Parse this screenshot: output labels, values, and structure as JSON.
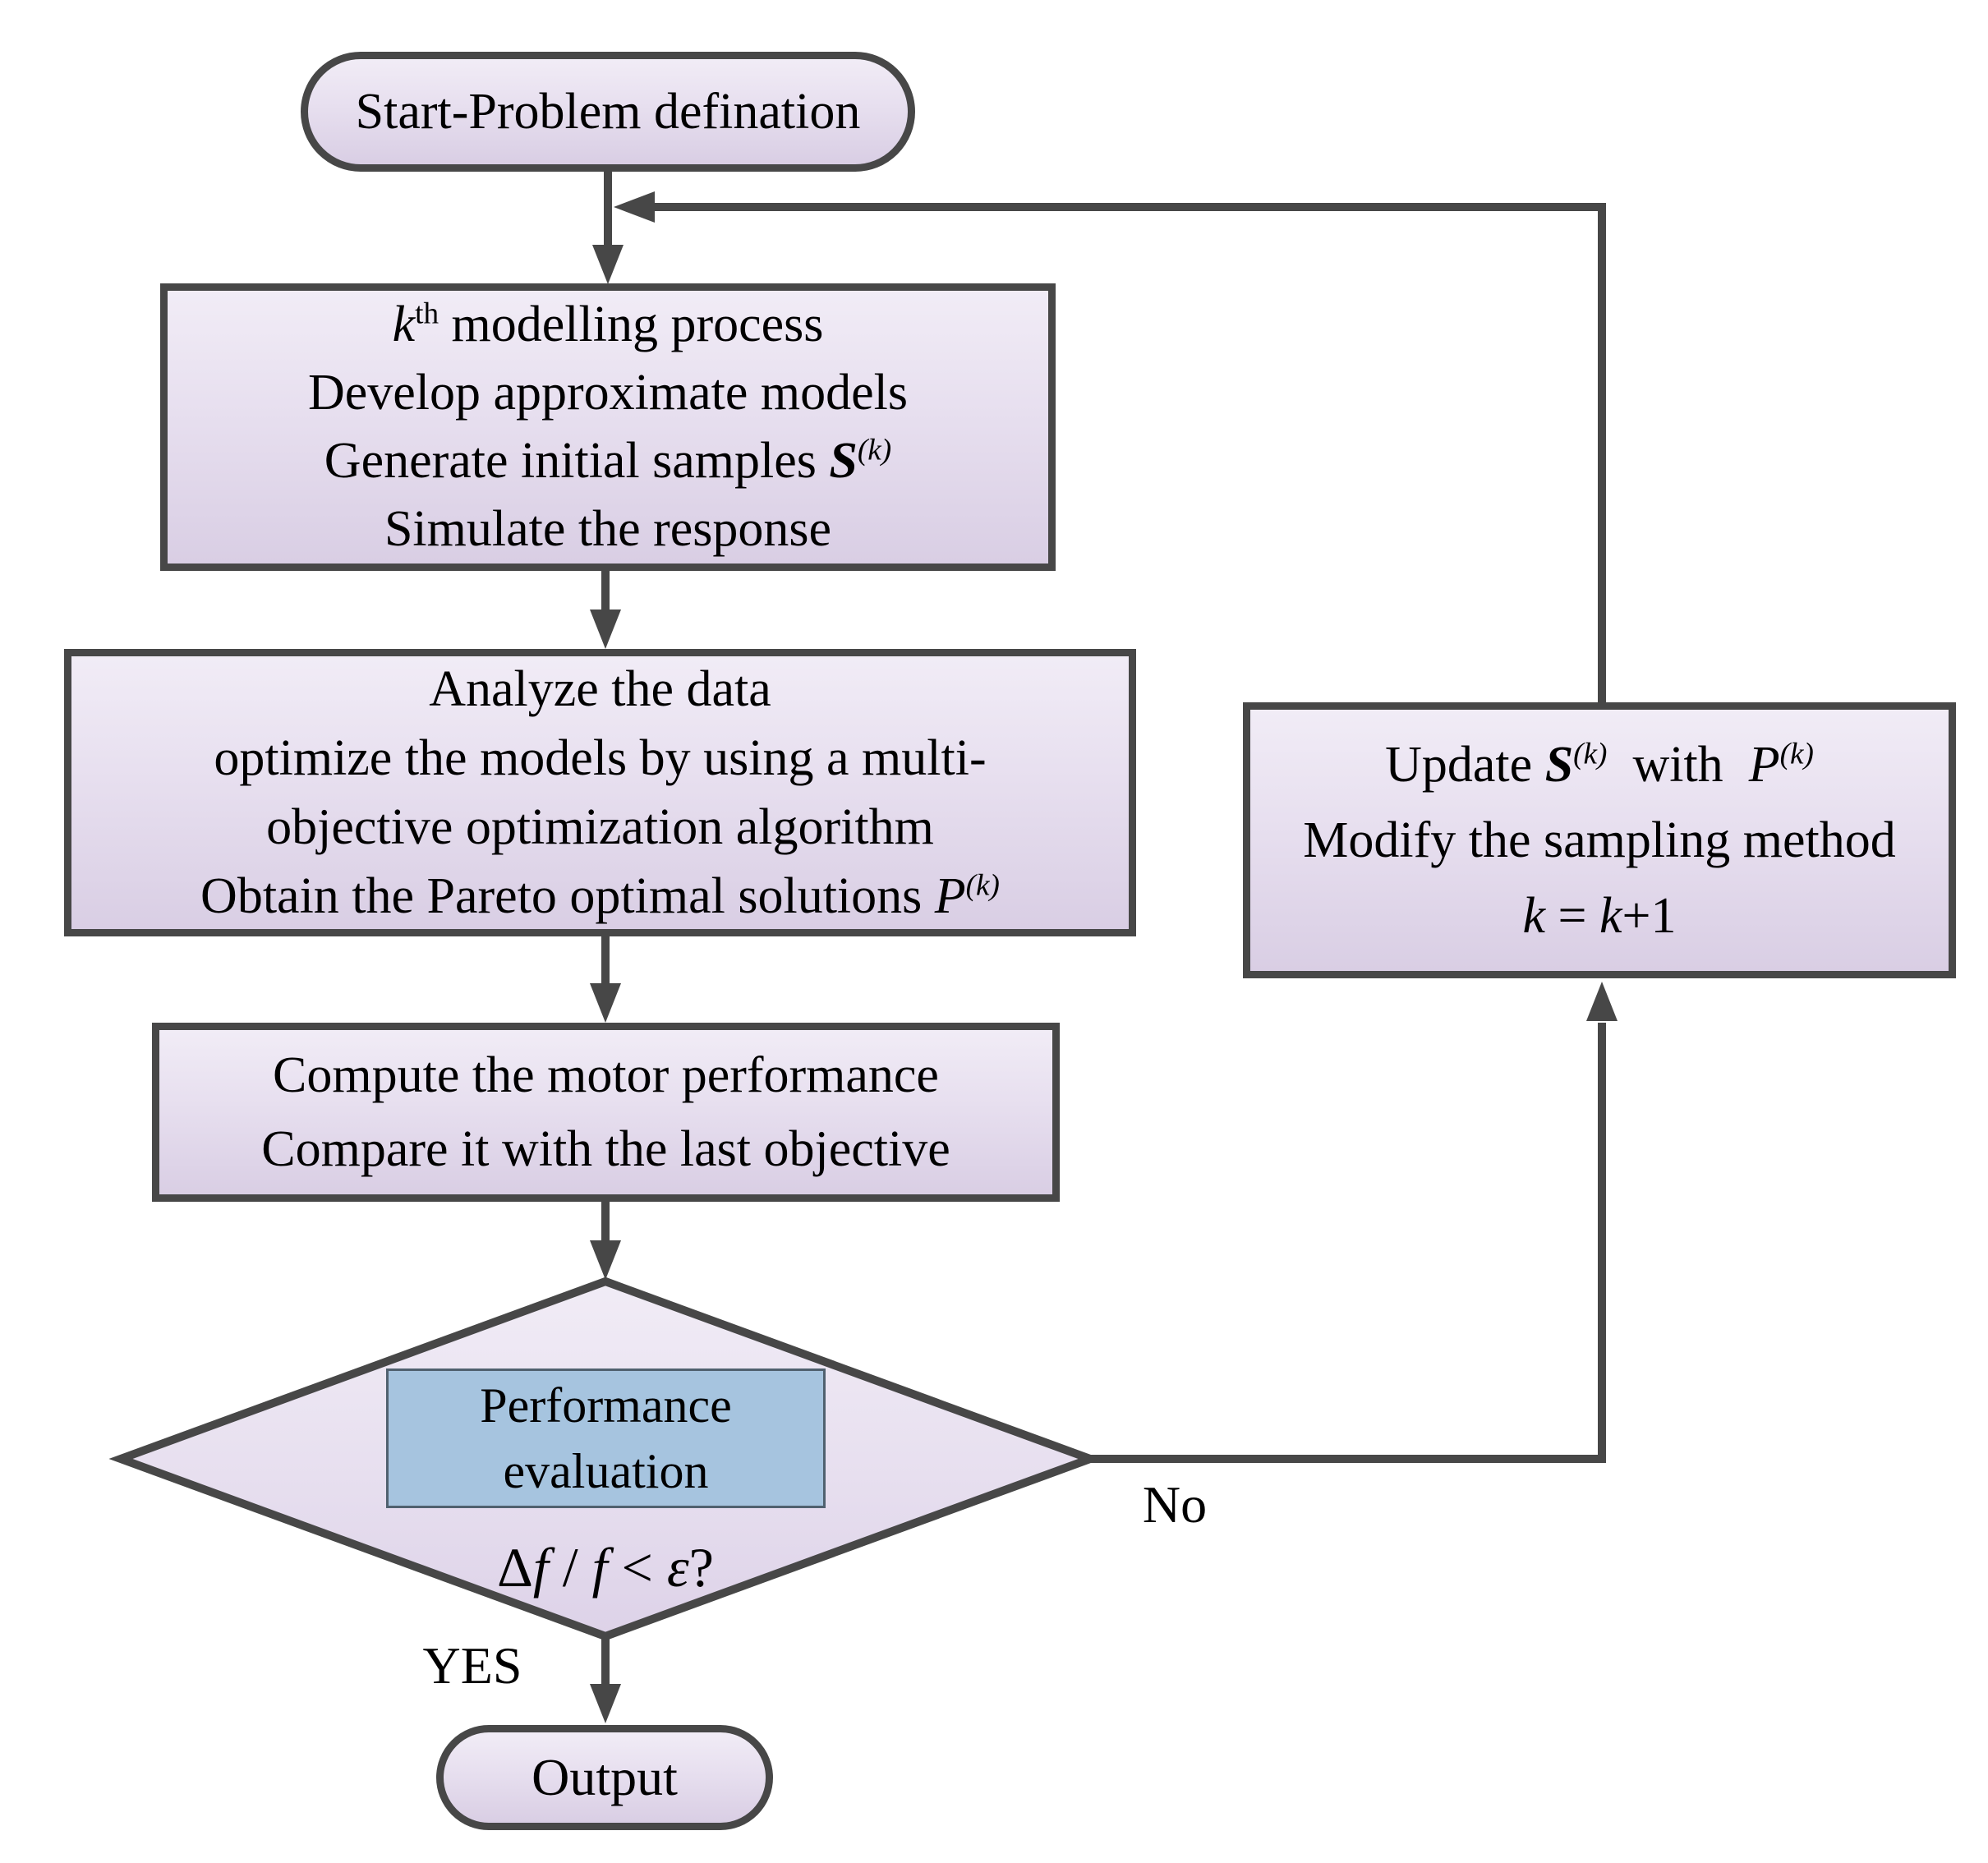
{
  "colors": {
    "background": "#ffffff",
    "outline": "#474747",
    "node_fill_light": "#f1ecf6",
    "node_fill_dark": "#d9cee4",
    "highlight_fill": "#a6c4df",
    "highlight_border": "#50616f",
    "text": "#000000"
  },
  "flowchart": {
    "start": {
      "label": "Start-Problem defination"
    },
    "modeling_box": {
      "lines": [
        [
          {
            "t": "k",
            "s": "i"
          },
          {
            "t": "th",
            "s": "sup"
          },
          {
            "t": " modelling process"
          }
        ],
        [
          {
            "t": "Develop approximate models"
          }
        ],
        [
          {
            "t": "Generate initial samples "
          },
          {
            "t": "S",
            "s": "bi"
          },
          {
            "t": "(k)",
            "s": "sup i"
          }
        ],
        [
          {
            "t": "Simulate the response"
          }
        ]
      ]
    },
    "analyze_box": {
      "lines": [
        [
          {
            "t": "Analyze the data"
          }
        ],
        [
          {
            "t": "optimize the models by using a multi-"
          }
        ],
        [
          {
            "t": "objective optimization algorithm"
          }
        ],
        [
          {
            "t": "Obtain the Pareto optimal solutions "
          },
          {
            "t": "P",
            "s": "i"
          },
          {
            "t": "(k)",
            "s": "sup i"
          }
        ]
      ]
    },
    "compute_box": {
      "lines": [
        [
          {
            "t": "Compute the motor performance"
          }
        ],
        [
          {
            "t": "Compare it with the last objective"
          }
        ]
      ]
    },
    "decision": {
      "highlight_lines": [
        "Performance",
        "evaluation"
      ],
      "condition_lines": [
        [
          {
            "t": "Δ"
          },
          {
            "t": "f ",
            "s": "i"
          },
          {
            "t": "/ "
          },
          {
            "t": "f ",
            "s": "i"
          },
          {
            "t": "< "
          },
          {
            "t": "ε",
            "s": "i"
          },
          {
            "t": "?"
          }
        ]
      ]
    },
    "update_box": {
      "lines": [
        [
          {
            "t": "Update "
          },
          {
            "t": "S",
            "s": "bi"
          },
          {
            "t": "(k)",
            "s": "sup i"
          },
          {
            "t": "  with  "
          },
          {
            "t": "P",
            "s": "i"
          },
          {
            "t": "(k)",
            "s": "sup i"
          }
        ],
        [
          {
            "t": "Modify the sampling method"
          }
        ],
        [
          {
            "t": "k",
            "s": "i"
          },
          {
            "t": " = "
          },
          {
            "t": "k",
            "s": "i"
          },
          {
            "t": "+1"
          }
        ]
      ]
    },
    "output": {
      "label": "Output"
    },
    "edge_labels": {
      "yes": "YES",
      "no": "No"
    }
  }
}
